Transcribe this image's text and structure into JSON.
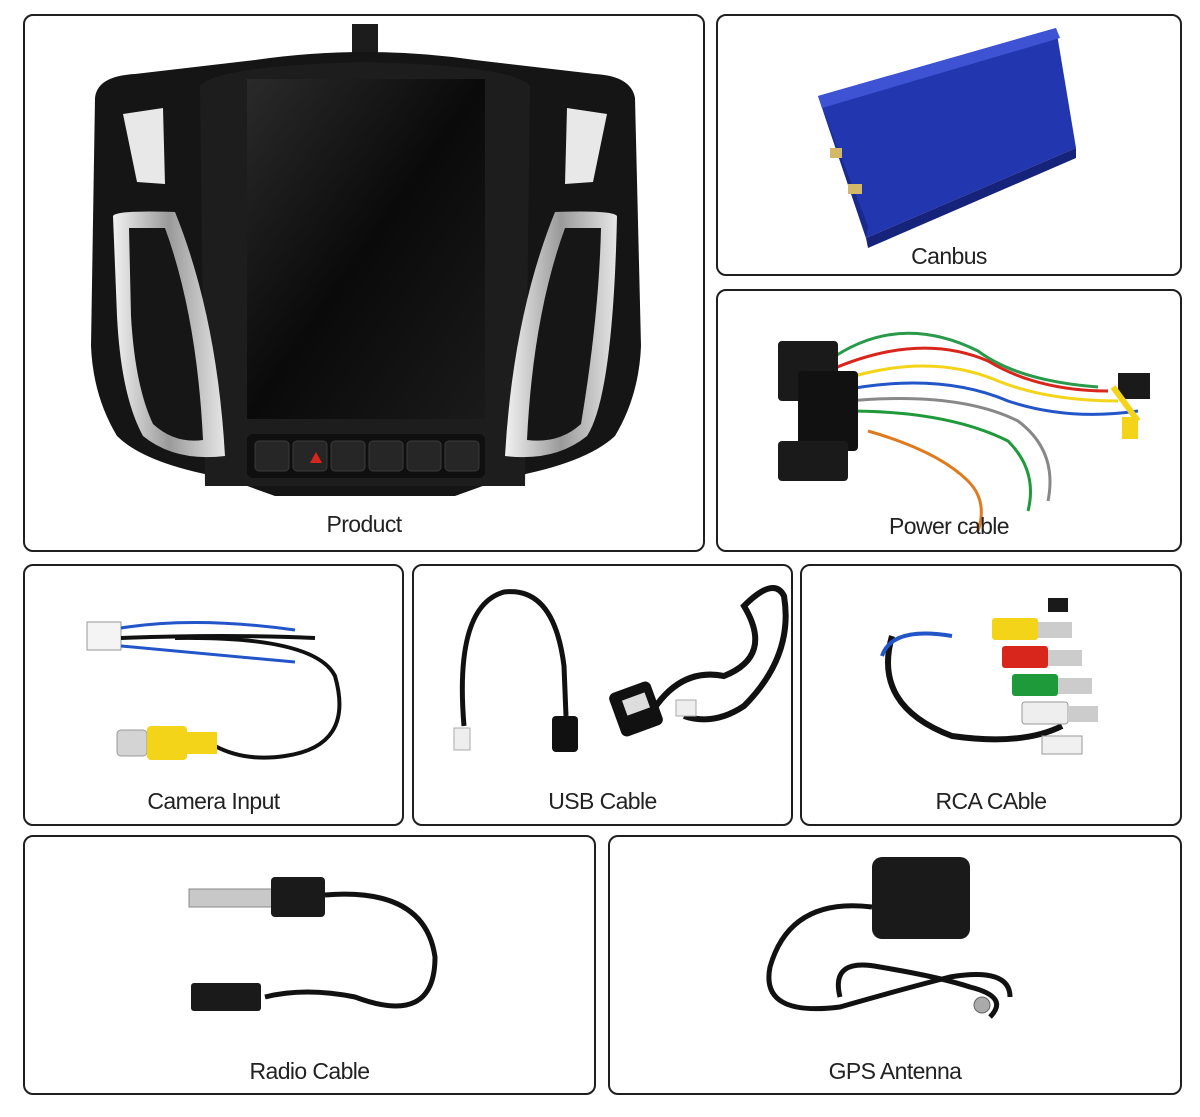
{
  "products": {
    "product": {
      "label": "Product"
    },
    "canbus": {
      "label": "Canbus"
    },
    "power": {
      "label": "Power cable"
    },
    "camera": {
      "label": "Camera Input"
    },
    "usb": {
      "label": "USB Cable"
    },
    "rca": {
      "label": "RCA CAble"
    },
    "radio": {
      "label": "Radio Cable"
    },
    "gps": {
      "label": "GPS Antenna"
    }
  },
  "colors": {
    "frame": "#1f1f1f",
    "screen": "#0b0b0b",
    "canbus_blue": "#2b3fb8",
    "connector_yellow": "#f4d419",
    "connector_red": "#d9261c",
    "connector_green": "#1f9a3b",
    "wire_blue": "#2255c8"
  }
}
